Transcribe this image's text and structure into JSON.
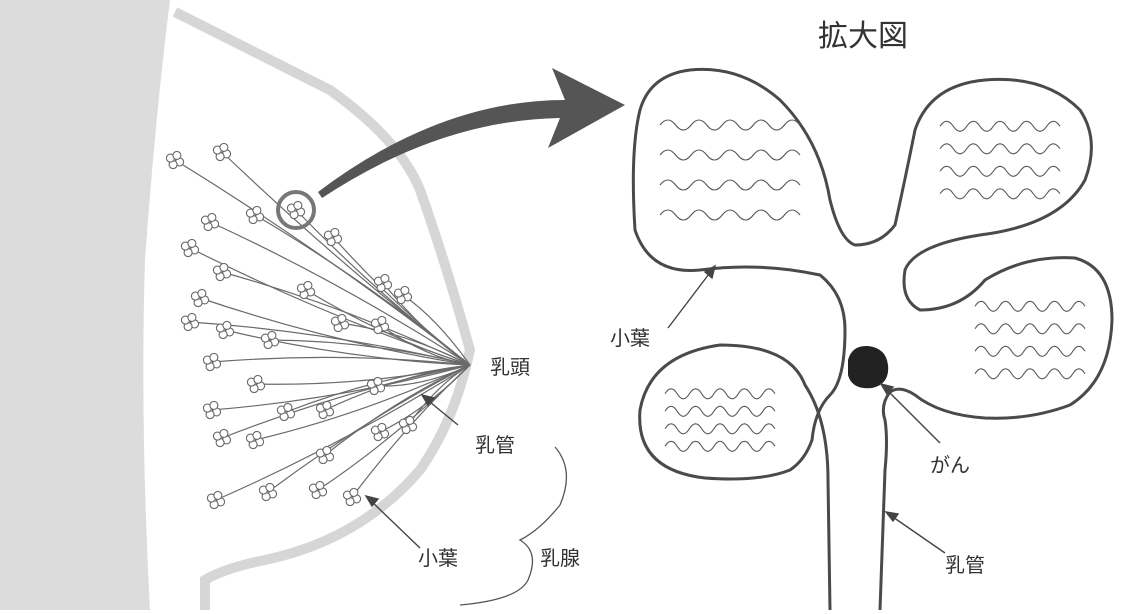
{
  "title": "拡大図",
  "labels": {
    "nipple": "乳頭",
    "duct_left": "乳管",
    "lobule_left": "小葉",
    "gland": "乳腺",
    "lobule_right": "小葉",
    "cancer": "がん",
    "duct_right": "乳管"
  },
  "colors": {
    "ink": "#5a5a5a",
    "arrow": "#555555",
    "body_shading": "#dcdcdc",
    "tumor": "#222222"
  }
}
